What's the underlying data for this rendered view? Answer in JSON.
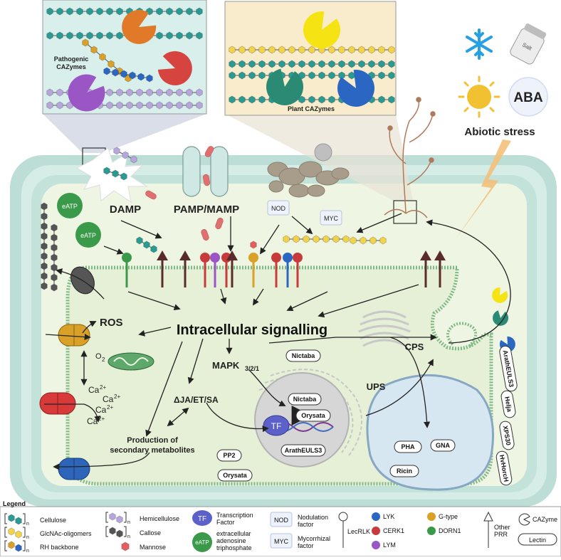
{
  "colors": {
    "cell_wall": "#bcded6",
    "cytoplasm": "#e8f2dc",
    "membrane": "#7fb985",
    "hemicellulose": "#b7a6dc",
    "cellulose": "#2a9a93",
    "glcnac": "#f2d34a",
    "arrow": "#222222"
  },
  "inset_pathogen": {
    "title": "Pathogenic\nCAZymes"
  },
  "inset_plant": {
    "title": "Plant CAZymes"
  },
  "abiotic": {
    "salt_label": "Salt",
    "aba_label": "ABA",
    "title": "Abiotic stress"
  },
  "labels": {
    "damp": "DAMP",
    "pamp": "PAMP/MAMP",
    "nod": "NOD",
    "myc": "MYC",
    "eatp_1": "eATP",
    "eatp_2": "eATP",
    "ros": "ROS",
    "o2": "O",
    "o2_sub": "2",
    "intracellular": "Intracellular signalling",
    "mapk": "MAPK",
    "mapk_sub": "3/2/1",
    "ja": "ΔJA/ET/SA",
    "ca": [
      "Ca",
      "Ca",
      "Ca",
      "Ca"
    ],
    "ca_sup": "2+",
    "production": "Production of\nsecondary metabolites",
    "cps": "CPS",
    "ups": "UPS",
    "tf": "TF"
  },
  "lectins": {
    "nictaba_cyto": "Nictaba",
    "nictaba_nuc": "Nictaba",
    "orysata_nuc": "Orysata",
    "arath_nuc": "ArathEULS3",
    "pp2": "PP2",
    "orysata_cyto": "Orysata",
    "pha": "PHA",
    "gna": "GNA",
    "ricin": "Ricin",
    "arath_ext": "ArathEULS3",
    "helja": "Helja",
    "xps30": "XPS30",
    "hvhorch": "HvHorcH"
  },
  "legend": {
    "title": "Legend",
    "items": {
      "cellulose": "Cellulose",
      "glcnac": "GlcNAc-oligomers",
      "rh": "RH backbone",
      "hemi": "Hemicellulose",
      "callose": "Callose",
      "mannose": "Mannose",
      "tf_badge": "TF",
      "tf_label": "Transcription\nFactor",
      "eatp_badge": "eATP",
      "eatp_label": "extracellular\nadenosine\ntriphosphate",
      "nod_badge": "NOD",
      "nod_label": "Nodulation\nfactor",
      "myc_badge": "MYC",
      "myc_label": "Mycorrhizal\nfactor",
      "lecrlk": "LecRLK",
      "lyk": "LYK",
      "cerk1": "CERK1",
      "lym": "LYM",
      "gtype": "G-type",
      "dorn1": "DORN1",
      "other_prr": "Other\nPRR",
      "cazyme": "CAZyme",
      "lectin": "Lectin",
      "n": "n"
    }
  }
}
